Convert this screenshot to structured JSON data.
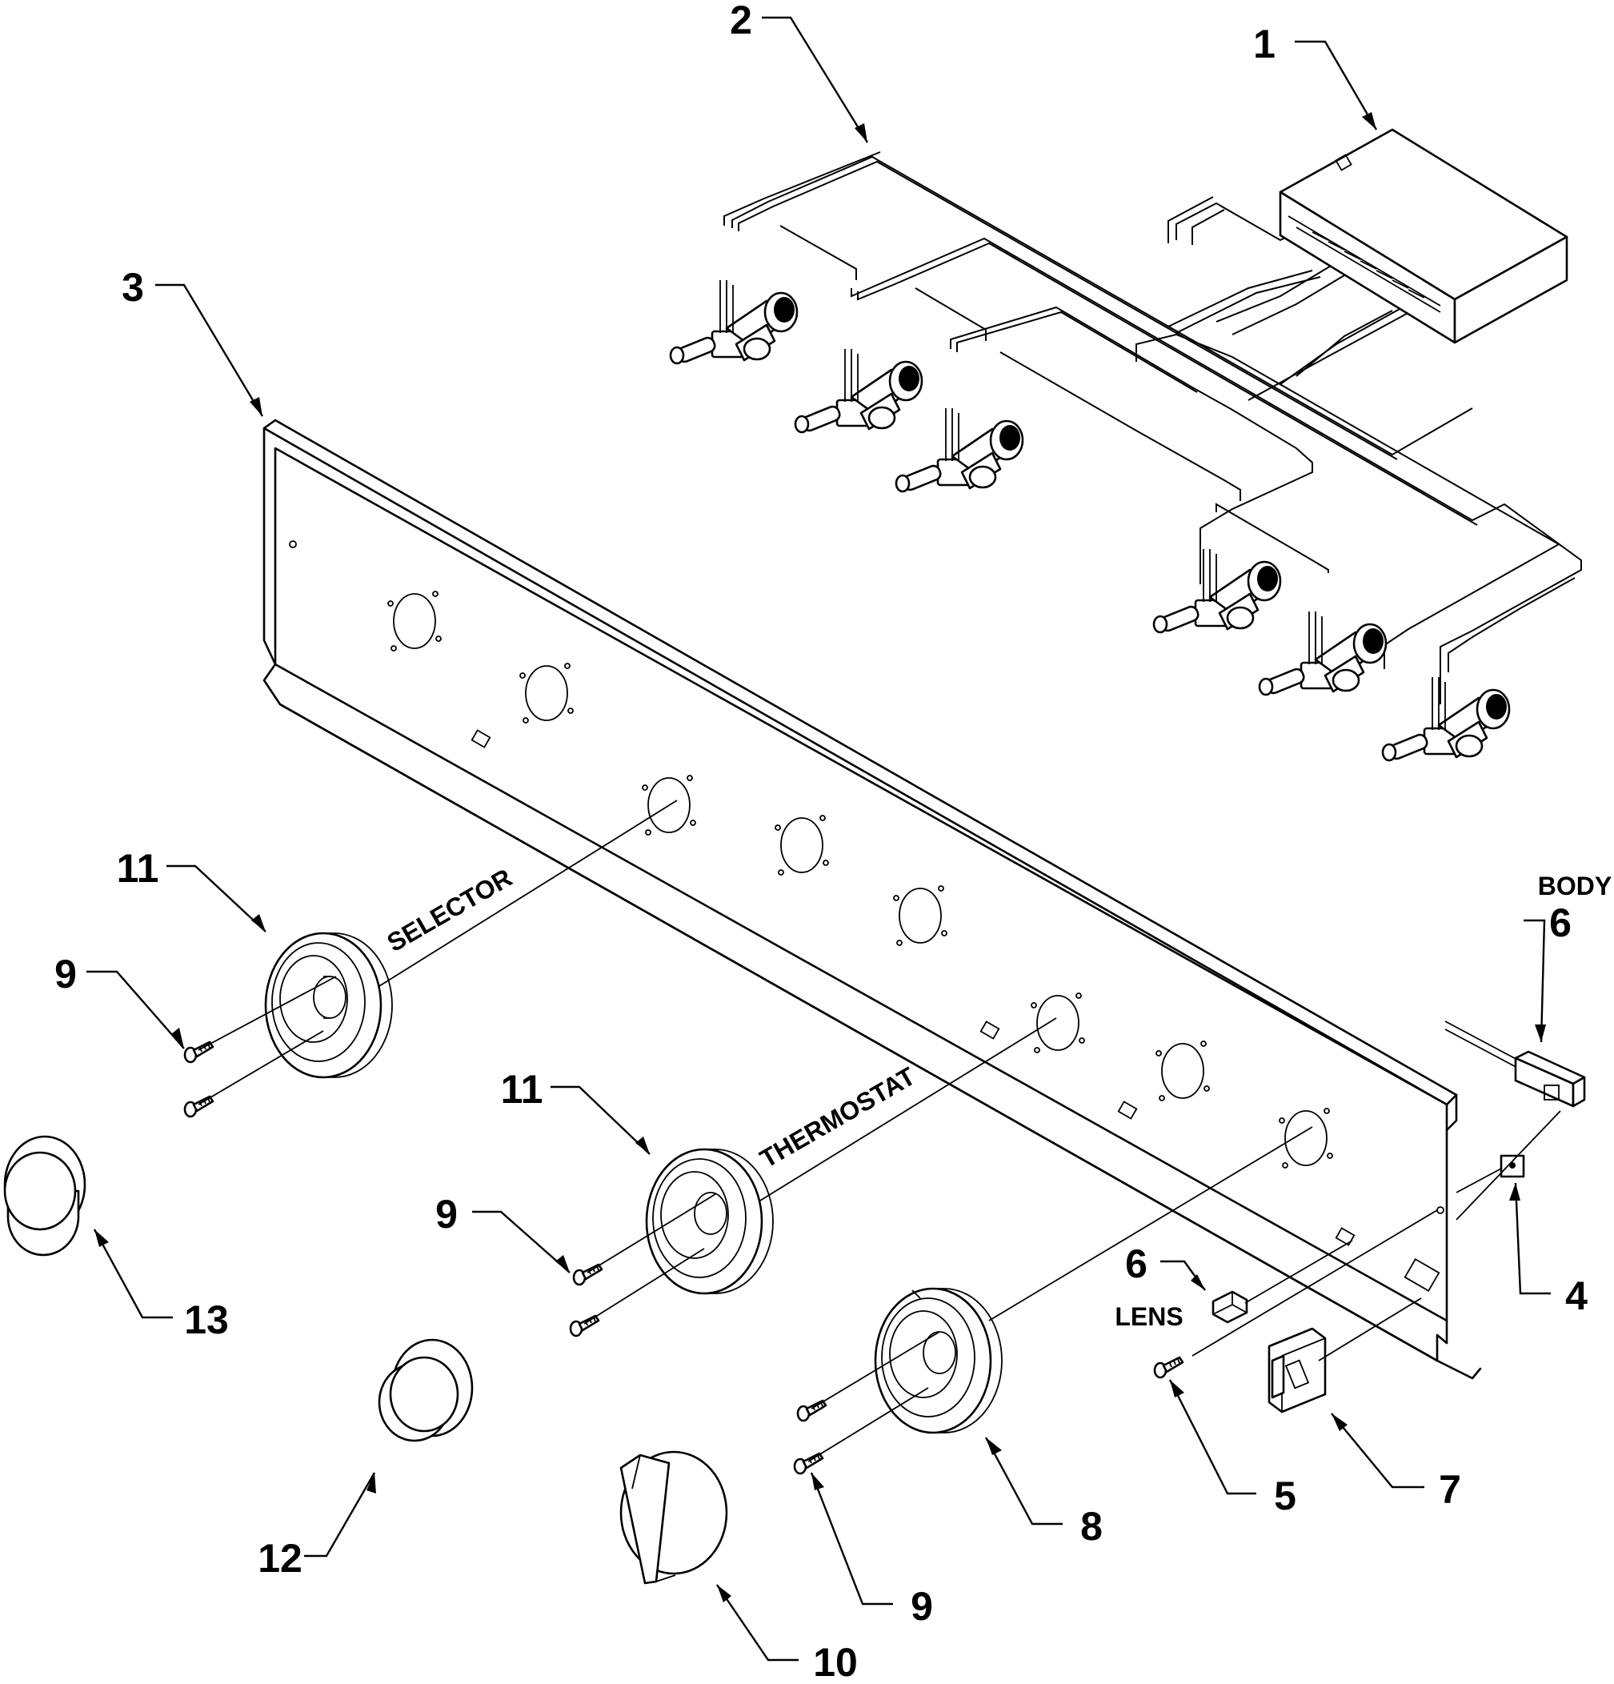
{
  "callouts": [
    {
      "num": "1"
    },
    {
      "num": "2"
    },
    {
      "num": "3"
    },
    {
      "num": "4"
    },
    {
      "num": "5"
    },
    {
      "num": "6"
    },
    {
      "num": "6"
    },
    {
      "num": "7"
    },
    {
      "num": "8"
    },
    {
      "num": "9"
    },
    {
      "num": "9"
    },
    {
      "num": "9"
    },
    {
      "num": "10"
    },
    {
      "num": "11"
    },
    {
      "num": "11"
    },
    {
      "num": "12"
    },
    {
      "num": "13"
    }
  ],
  "words": {
    "selector": "SELECTOR",
    "thermostat": "THERMOSTAT",
    "body": "BODY",
    "lens": "LENS"
  }
}
